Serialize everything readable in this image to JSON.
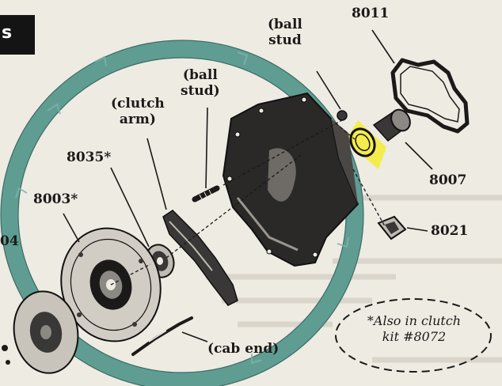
{
  "header_tab": "s",
  "left_edge_number": "04",
  "labels": {
    "ball_stud_top": [
      "(ball",
      "stud"
    ],
    "ball_stud_mid": [
      "(ball",
      "stud)"
    ],
    "clutch_arm": [
      "(clutch",
      "arm)"
    ],
    "part_8011": "8011",
    "part_8035": "8035*",
    "part_8003": "8003*",
    "part_8007": "8007",
    "part_8021": "8021",
    "cable_end": "(cab  end)"
  },
  "note": [
    "*Also in clutch",
    "kit #8072"
  ],
  "colors": {
    "gasket": "#5f9d93",
    "highlight": "#f4ec3c",
    "ink": "#1c1a18",
    "paper": "#eeebe3"
  }
}
